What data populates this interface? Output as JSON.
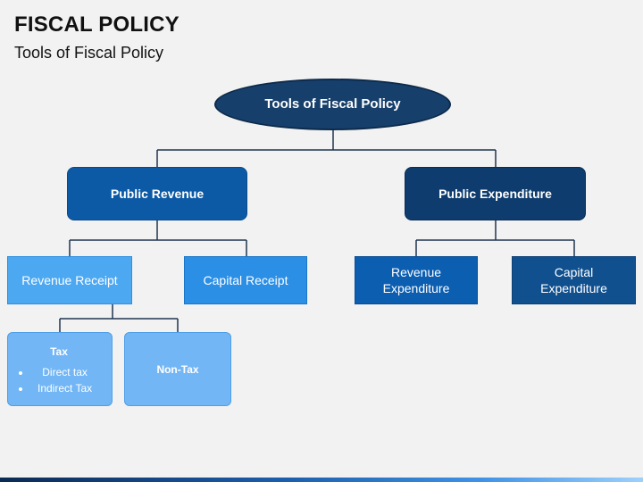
{
  "slide": {
    "title": "FISCAL POLICY",
    "subtitle": "Tools of Fiscal Policy"
  },
  "diagram": {
    "root": "Tools of Fiscal Policy",
    "public_revenue": {
      "label": "Public Revenue",
      "children": {
        "revenue_receipt": {
          "label": "Revenue Receipt",
          "children": {
            "tax": {
              "label": "Tax",
              "items": [
                "Direct tax",
                "Indirect Tax"
              ]
            },
            "non_tax": {
              "label": "Non-Tax"
            }
          }
        },
        "capital_receipt": {
          "label": "Capital Receipt"
        }
      }
    },
    "public_expenditure": {
      "label": "Public Expenditure",
      "children": {
        "revenue_expenditure": {
          "label_line1": "Revenue",
          "label_line2": "Expenditure"
        },
        "capital_expenditure": {
          "label_line1": "Capital",
          "label_line2": "Expenditure"
        }
      }
    }
  },
  "colors": {
    "root_fill": "#163f6b",
    "public_revenue_fill": "#0c5aa6",
    "public_expenditure_fill": "#0e3c6e",
    "revenue_receipt_fill": "#4da8f2",
    "capital_receipt_fill": "#2b8fe5",
    "revenue_expenditure_fill": "#0c5eb0",
    "capital_expenditure_fill": "#11508f",
    "leaf_fill": "#72b6f5",
    "connector": "#1f3550"
  }
}
